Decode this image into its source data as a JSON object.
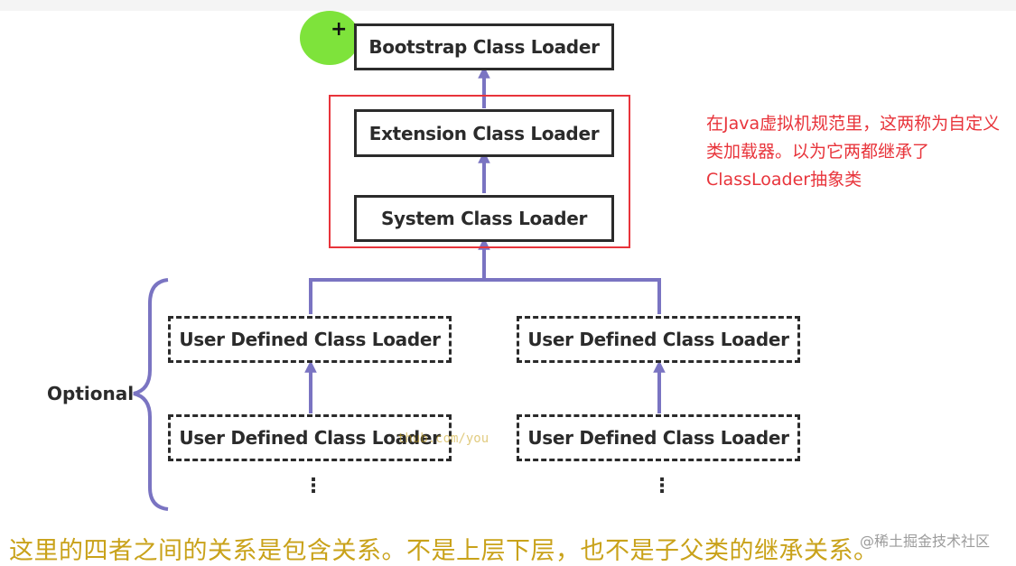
{
  "diagram": {
    "bootstrap": "Bootstrap Class Loader",
    "extension": "Extension Class Loader",
    "system": "System Class Loader",
    "user_defined": [
      "User Defined Class Loader",
      "User Defined Class Loader",
      "User Defined Class Loader",
      "User Defined Class Loader"
    ],
    "optional_label": "Optional",
    "ellipsis": "⋮",
    "cursor_plus": "+",
    "note": "在Java虚拟机规范里，这两称为自定义类加载器。以为它两都继承了ClassLoader抽象类",
    "caption": "这里的四者之间的关系是包含关系。不是上层下层，也不是子父类的继承关系。",
    "watermark": "@稀土掘金技术社区",
    "url_watermark": "thub.com/you",
    "colors": {
      "arrow": "#7a74c2",
      "highlight_frame": "#e8343b",
      "note_text": "#e8343b",
      "caption_text": "#c9a21a",
      "cursor": "#7ee33b"
    }
  }
}
